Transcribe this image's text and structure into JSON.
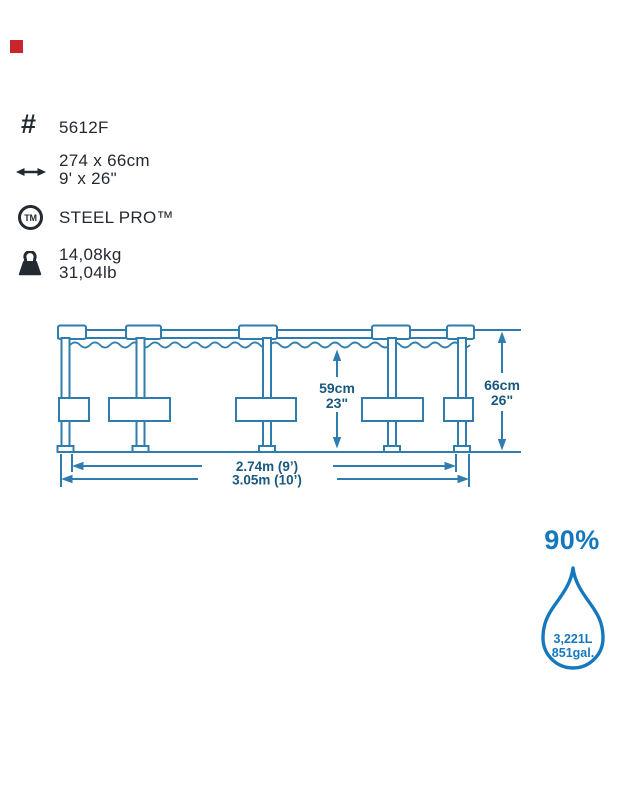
{
  "corner_marker": {
    "color": "#c9252c"
  },
  "specs": {
    "item_number": {
      "icon": "hash-icon",
      "glyph": "#",
      "value": "5612F"
    },
    "size": {
      "icon": "arrow-left-right-icon",
      "metric": "274 x 66cm",
      "imperial": "9' x 26\""
    },
    "series": {
      "icon": "trademark-icon",
      "tm": "TM",
      "name": "STEEL PRO™"
    },
    "weight": {
      "icon": "weight-icon",
      "metric": "14,08kg",
      "imperial": "31,04lb"
    }
  },
  "diagram": {
    "type": "pool-side-view",
    "water_height": {
      "metric": "59cm",
      "imperial": "23\""
    },
    "wall_height": {
      "metric": "66cm",
      "imperial": "26\""
    },
    "top_diameter": "2.74m (9’)",
    "bottom_diameter": "3.05m (10’)",
    "line_color": "#2f7cae",
    "label_color": "#19587f"
  },
  "capacity": {
    "icon": "water-drop-icon",
    "fill_percent": "90%",
    "volume_liters": "3,221L",
    "volume_gallons": "851gal.",
    "color": "#1478bf"
  }
}
